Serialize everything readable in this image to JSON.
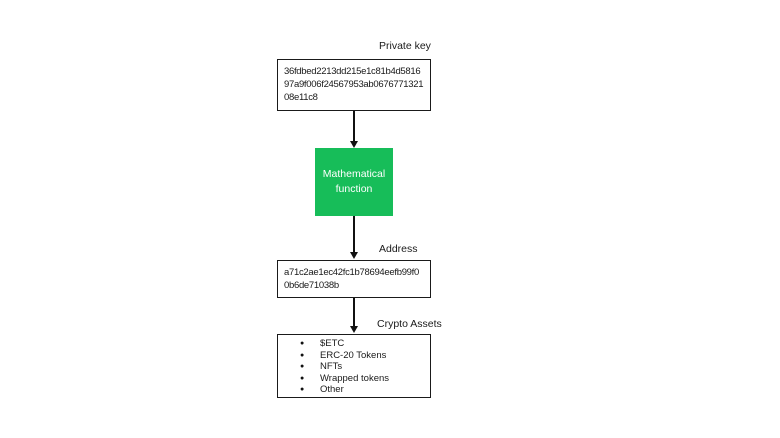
{
  "colors": {
    "accent_green": "#17bd59",
    "border": "#1a1a1a",
    "text": "#1a1a1a",
    "background": "#ffffff"
  },
  "diagram": {
    "private_key": {
      "label": "Private key",
      "lines": [
        "36fdbed2213dd215e1c81b4d5816",
        "97a9f006f24567953ab0676771321",
        "08e11c8"
      ]
    },
    "math_function": {
      "label": "Mathematical function"
    },
    "address": {
      "label": "Address",
      "lines": [
        "a71c2ae1ec42fc1b78694eefb99f0",
        "0b6de71038b"
      ]
    },
    "crypto_assets": {
      "label": "Crypto Assets",
      "bullet_icon": "●",
      "items": [
        "$ETC",
        "ERC-20 Tokens",
        "NFTs",
        "Wrapped tokens",
        "Other"
      ]
    }
  }
}
